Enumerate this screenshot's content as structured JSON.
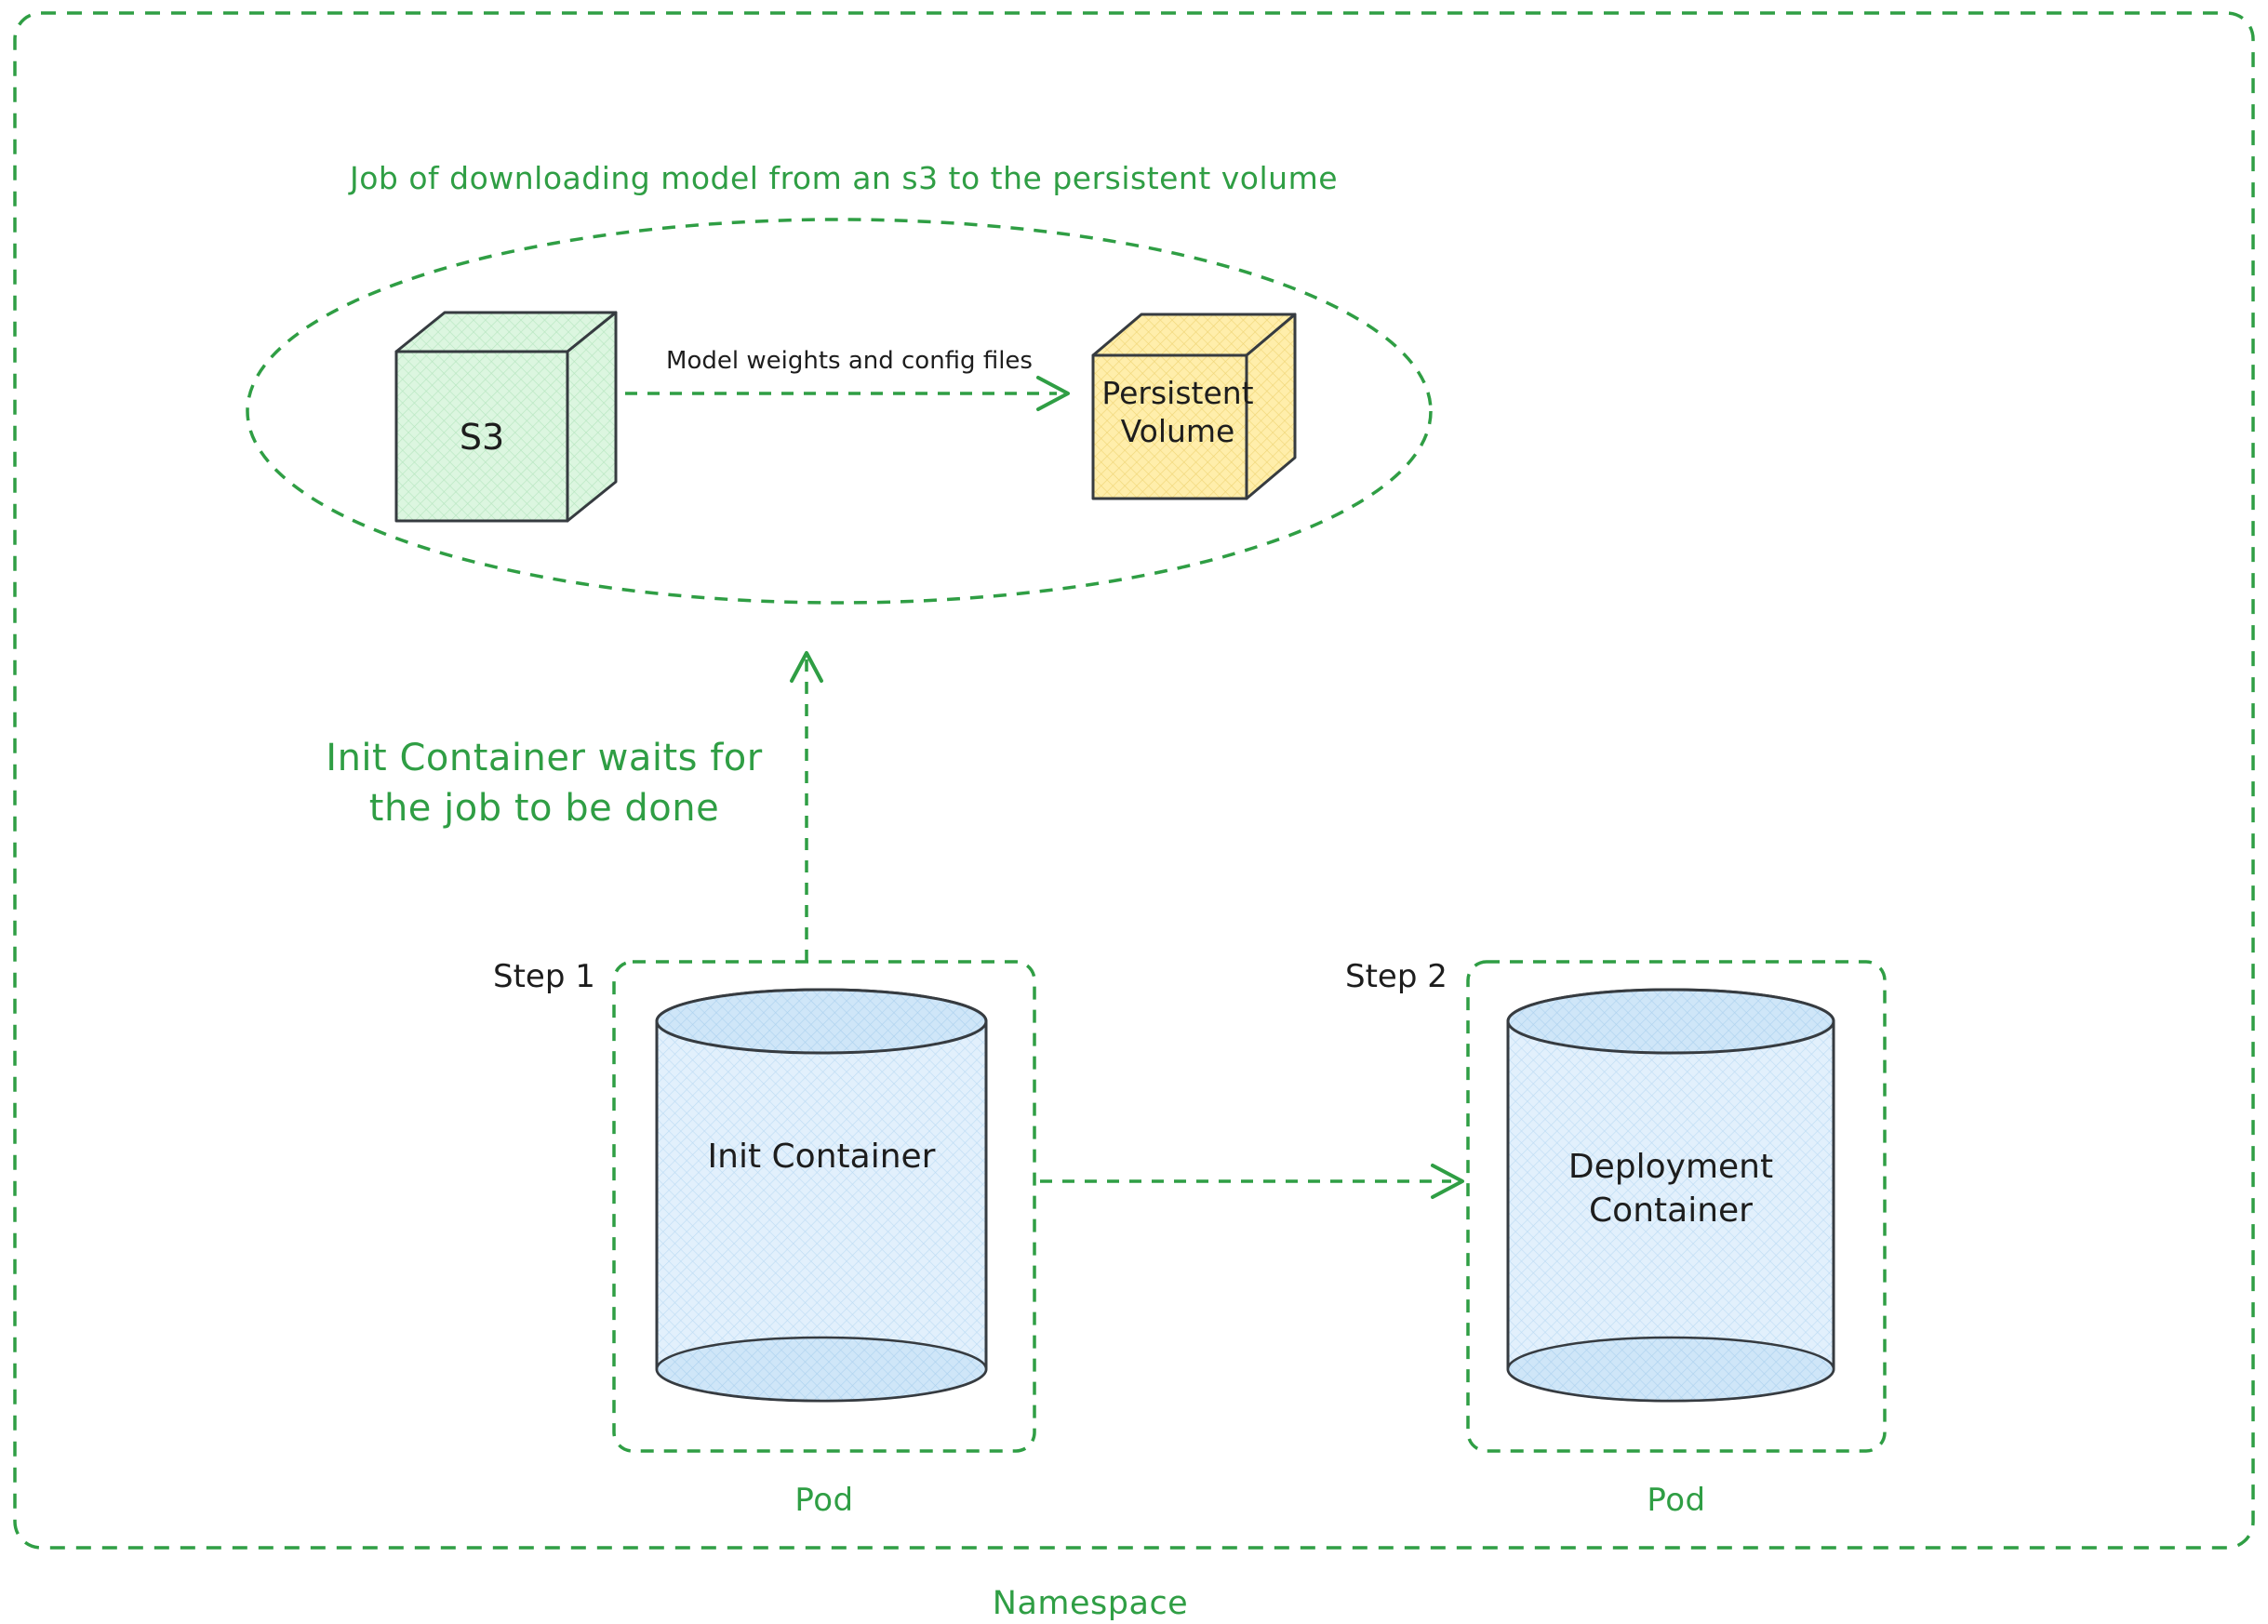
{
  "labels": {
    "job_title": "Job of downloading model from an s3 to the persistent volume",
    "s3": "S3",
    "persistent_volume": "Persistent\nVolume",
    "transfer": "Model weights and config files",
    "wait_note": "Init Container waits for\nthe job to be done",
    "step1": "Step 1",
    "step2": "Step 2",
    "init_container": "Init Container",
    "deployment_container": "Deployment\nContainer",
    "pod1": "Pod",
    "pod2": "Pod",
    "namespace": "Namespace"
  },
  "colors": {
    "green": "#2f9e44",
    "dark": "#363b40",
    "text": "#1d1d1d",
    "s3_fill": "#dcf6e0",
    "persistent_volume_fill": "#ffeeab",
    "cylinder_fill": "#e2f0fc",
    "cylinder_cap_fill": "#cfe6f8"
  }
}
